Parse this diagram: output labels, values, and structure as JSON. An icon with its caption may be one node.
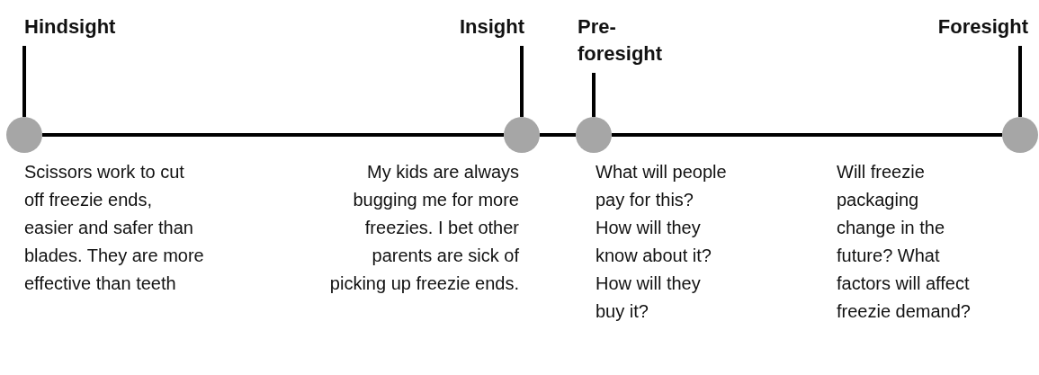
{
  "diagram": {
    "nodes": [
      {
        "text": [
          "Hindsight"
        ]
      },
      {
        "text": [
          "Insight"
        ]
      },
      {
        "text": [
          "Pre-foresight"
        ]
      },
      {
        "text": [
          "Foresight"
        ]
      },
      {
        "text": [],
        "shape": "circle",
        "beside": [
          "Scissors work to cut off freezie ends, easier and safer than blades. They are more effective than teeth"
        ]
      },
      {
        "text": [],
        "shape": "circle",
        "beside": [
          "My kids are always bugging me for more freezies. I bet other parents are sick of picking up freezie ends."
        ]
      },
      {
        "text": [],
        "shape": "circle",
        "beside": [
          "What will people pay for this? How will they know about it? How will they buy it?"
        ]
      },
      {
        "text": [],
        "shape": "circle",
        "beside": [
          "Will freezie packaging change in the future? What factors will affect freezie demand?"
        ]
      }
    ],
    "edges": [
      {
        "from": 0,
        "to": 4,
        "arrow": "none"
      },
      {
        "from": 1,
        "to": 5,
        "arrow": "none"
      },
      {
        "from": 2,
        "to": 6,
        "arrow": "none"
      },
      {
        "from": 3,
        "to": 7,
        "arrow": "none"
      },
      {
        "from": 4,
        "to": 5,
        "arrow": "none"
      },
      {
        "from": 5,
        "to": 6,
        "arrow": "none"
      },
      {
        "from": 6,
        "to": 7,
        "arrow": "none"
      }
    ]
  }
}
